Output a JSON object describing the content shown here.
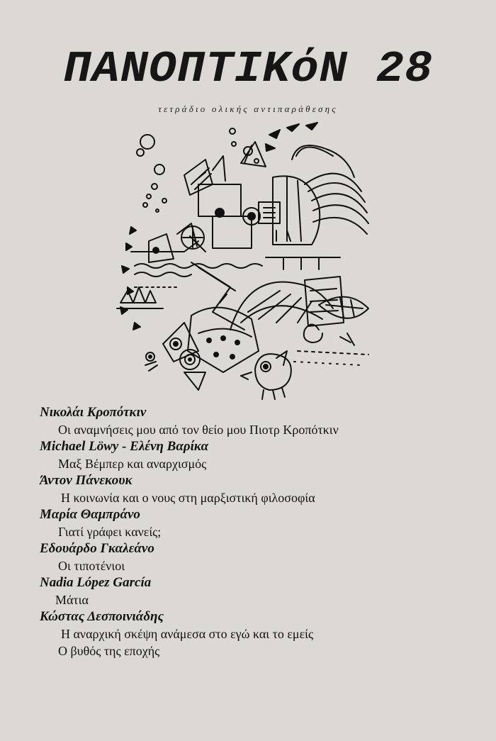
{
  "cover": {
    "title": "ΠΑΝΟΠΤΙΚόΝ 28",
    "subtitle": "τετράδιο ολικής αντιπαράθεσης"
  },
  "contents": [
    {
      "author": "Νικολάι Κροπότκιν",
      "works": [
        "Οι αναμνήσεις μου από τον θείο μου Πιοτρ Κροπότκιν"
      ]
    },
    {
      "author": "Michael Löwy - Ελένη Βαρίκα",
      "works": [
        "Μαξ Βέμπερ και αναρχισμός"
      ]
    },
    {
      "author": "Άντον Πάνεκουκ",
      "works": [
        "Η κοινωνία και ο νους στη μαρξιστική φιλοσοφία"
      ]
    },
    {
      "author": "Μαρία Θαμπράνο",
      "works": [
        "Γιατί γράφει κανείς;"
      ]
    },
    {
      "author": "Εδουάρδο Γκαλεάνο",
      "works": [
        "Οι τιποτένιοι"
      ]
    },
    {
      "author": "Nadia López García",
      "works": [
        "Μάτια"
      ]
    },
    {
      "author": "Κώστας Δεσποινιάδης",
      "works": [
        "Η αναρχική σκέψη ανάμεσα στο εγώ και το εμείς",
        "Ο βυθός της εποχής"
      ]
    }
  ]
}
